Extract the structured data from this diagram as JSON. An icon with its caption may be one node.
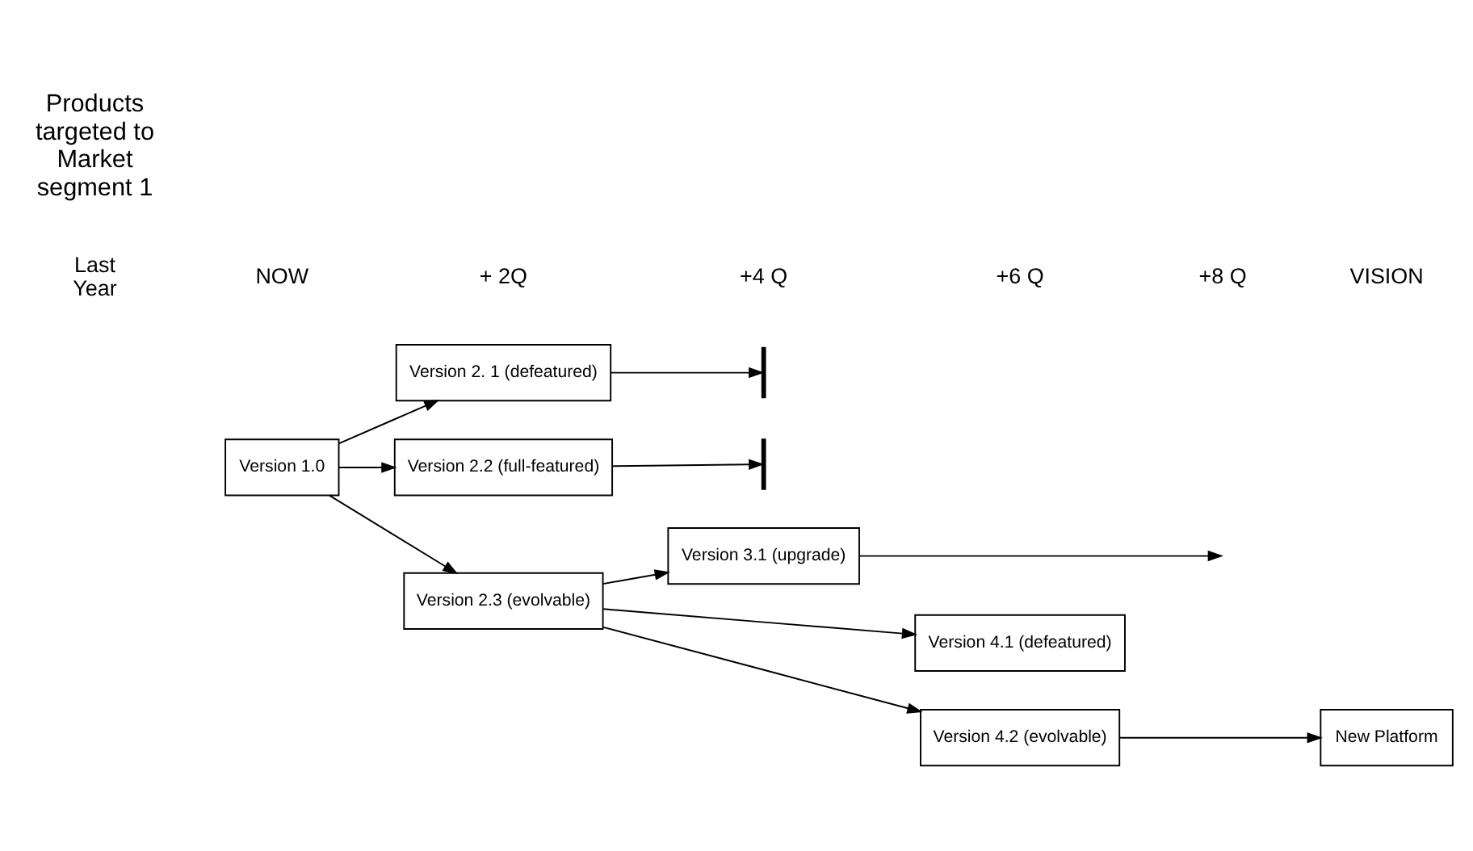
{
  "diagram": {
    "nodes": [
      {
        "text": [
          "Version 1.0"
        ]
      },
      {
        "text": [
          "Version 2. 1 (defeatured)"
        ]
      },
      {
        "text": [
          "Version 2.2 (full-featured)"
        ]
      },
      {
        "text": [
          "Version 2.3 (evolvable)"
        ]
      },
      {
        "text": [
          "Version 3.1 (upgrade)"
        ]
      },
      {
        "text": [
          "Version 4.1 (defeatured)"
        ]
      },
      {
        "text": [
          "Version 4.2 (evolvable)"
        ]
      },
      {
        "text": [
          "New Platform"
        ]
      },
      {
        "text": [],
        "shape": "bar"
      },
      {
        "text": [],
        "shape": "bar"
      }
    ],
    "edges": [
      {
        "from": 0,
        "to": 1,
        "arrow": "to"
      },
      {
        "from": 0,
        "to": 2,
        "arrow": "to"
      },
      {
        "from": 0,
        "to": 3,
        "arrow": "to"
      },
      {
        "from": 1,
        "to": 8,
        "arrow": "to"
      },
      {
        "from": 2,
        "to": 9,
        "arrow": "to"
      },
      {
        "from": 3,
        "to": 5,
        "arrow": "to"
      },
      {
        "from": 3,
        "to": 6,
        "arrow": "to"
      },
      {
        "from": 3,
        "to": 4,
        "arrow": "to"
      },
      {
        "from": 6,
        "to": 7,
        "arrow": "to"
      },
      {
        "from": 4,
        "to": null,
        "arrow": "to"
      }
    ],
    "labels": [
      "Last Year",
      "NOW",
      "+ 2Q",
      "+4 Q",
      "+6 Q",
      "+8 Q",
      "VISION",
      "Products targeted to Market segment 1"
    ]
  }
}
